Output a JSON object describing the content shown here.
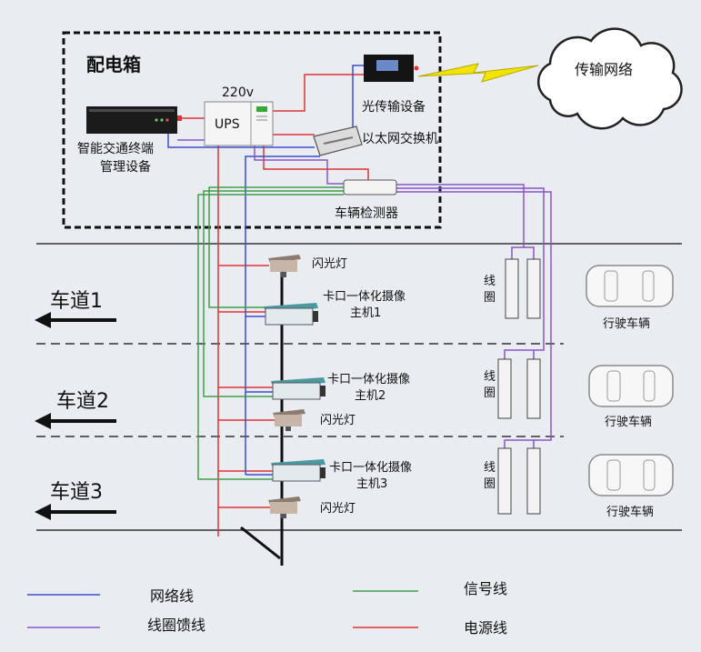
{
  "box_title": "配电箱",
  "ups": {
    "voltage": "220v",
    "label": "UPS"
  },
  "optical_device": {
    "label": "光传输设备"
  },
  "network_cloud": {
    "label": "传输网络"
  },
  "terminal": {
    "line1": "智能交通终端",
    "line2": "管理设备"
  },
  "switch": {
    "label": "以太网交换机"
  },
  "detector": {
    "label": "车辆检测器"
  },
  "lanes": [
    {
      "label": "车道1"
    },
    {
      "label": "车道2"
    },
    {
      "label": "车道3"
    }
  ],
  "cameras": [
    {
      "line1": "卡口一体化摄像",
      "line2": "主机1"
    },
    {
      "line1": "卡口一体化摄像",
      "line2": "主机2"
    },
    {
      "line1": "卡口一体化摄像",
      "line2": "主机3"
    }
  ],
  "flash_lamps": [
    {
      "label": "闪光灯"
    },
    {
      "label": "闪光灯"
    },
    {
      "label": "闪光灯"
    }
  ],
  "loops": [
    {
      "line1": "线",
      "line2": "圈"
    },
    {
      "line1": "线",
      "line2": "圈"
    },
    {
      "line1": "线",
      "line2": "圈"
    }
  ],
  "vehicles": [
    {
      "label": "行驶车辆"
    },
    {
      "label": "行驶车辆"
    },
    {
      "label": "行驶车辆"
    }
  ],
  "legend": [
    {
      "label": "网络线",
      "color": "#3a4fd0"
    },
    {
      "label": "线圈馈线",
      "color": "#8a55c8"
    },
    {
      "label": "信号线",
      "color": "#3f9f4a"
    },
    {
      "label": "电源线",
      "color": "#e23232"
    }
  ],
  "colors": {
    "network": "#3a4fd0",
    "loop_feeder": "#8a55c8",
    "signal": "#3f9f4a",
    "power": "#e23232",
    "wireless_link": "#f0e400"
  }
}
